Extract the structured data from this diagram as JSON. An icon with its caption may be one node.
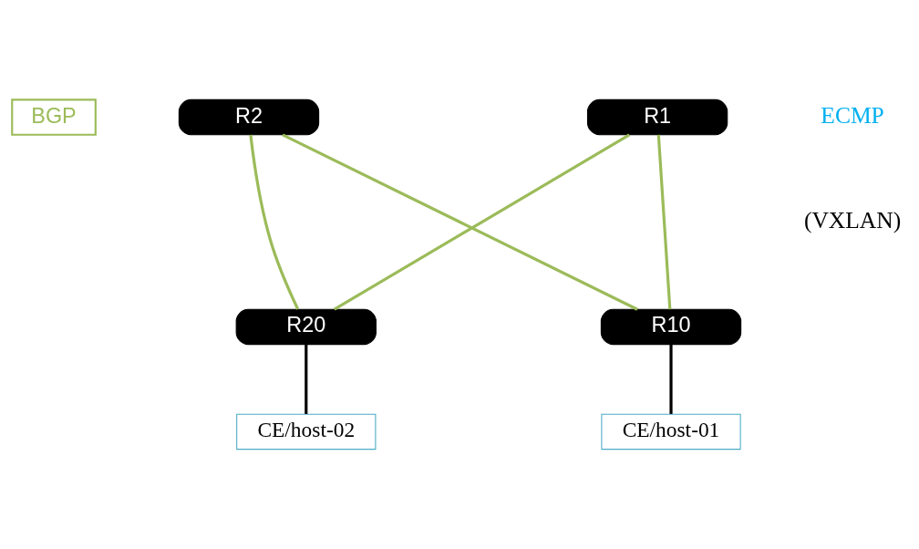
{
  "diagram": {
    "nodes": [
      {
        "text": [
          "BGP"
        ]
      },
      {
        "text": [
          "R1"
        ]
      },
      {
        "text": [
          "R2"
        ]
      },
      {
        "text": [
          "R10"
        ]
      },
      {
        "text": [
          "R20"
        ]
      },
      {
        "text": [
          "CE/host-01"
        ]
      },
      {
        "text": [
          "CE/host-02"
        ]
      }
    ],
    "edges": [
      {
        "from": 3,
        "to": 1,
        "arrow": "none"
      },
      {
        "from": 3,
        "to": 2,
        "arrow": "none"
      },
      {
        "from": 4,
        "to": 1,
        "arrow": "none"
      },
      {
        "from": 4,
        "to": 2,
        "arrow": "none"
      },
      {
        "from": 3,
        "to": 5,
        "arrow": "none",
        "color": "#000000"
      },
      {
        "from": 4,
        "to": 6,
        "arrow": "none",
        "color": "#000000"
      }
    ],
    "labels": [
      "ECMP",
      "(VXLAN)"
    ]
  }
}
